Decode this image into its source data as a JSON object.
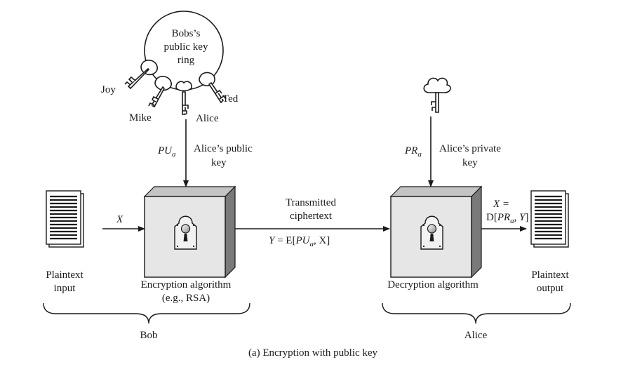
{
  "caption": "(a) Encryption with public key",
  "keyring": {
    "title_lines": [
      "Bobs’s",
      "public key",
      "ring"
    ],
    "key_names": {
      "joy": "Joy",
      "mike": "Mike",
      "alice": "Alice",
      "ted": "Ted"
    }
  },
  "public_key": {
    "symbol": "PU",
    "subscript": "a",
    "label_lines": [
      "Alice’s public",
      "key"
    ]
  },
  "private_key": {
    "symbol": "PR",
    "subscript": "a",
    "label_lines": [
      "Alice’s private",
      "key"
    ]
  },
  "input_arrow_label": "X",
  "transmission": {
    "label_lines": [
      "Transmitted",
      "ciphertext"
    ],
    "formula": {
      "y": "Y",
      "eq": " = E[",
      "pu": "PU",
      "sub": "a",
      "tail": ", X]"
    }
  },
  "output_formula": {
    "line1": "X =",
    "line2": {
      "pre": "D[",
      "pr": "PR",
      "sub": "a",
      "sep": ", ",
      "y": "Y",
      "post": "]"
    }
  },
  "plaintext_input_lines": [
    "Plaintext",
    "input"
  ],
  "plaintext_output_lines": [
    "Plaintext",
    "output"
  ],
  "encryption_lines": [
    "Encryption algorithm",
    "(e.g., RSA)"
  ],
  "decryption_label": "Decryption algorithm",
  "groups": {
    "bob": "Bob",
    "alice": "Alice"
  },
  "colors": {
    "ink": "#1a1a1a",
    "box_front": "#e6e6e6",
    "box_side": "#7a7a7a",
    "box_top": "#c4c4c4"
  }
}
